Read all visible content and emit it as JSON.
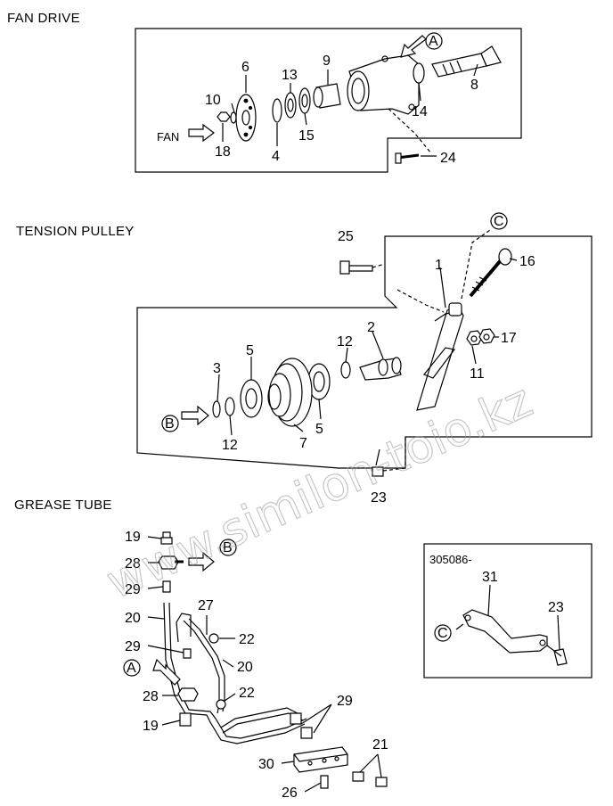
{
  "sections": {
    "fan_drive": "FAN DRIVE",
    "tension_pulley": "TENSION PULLEY",
    "grease_tube": "GREASE TUBE"
  },
  "fan_label": "FAN",
  "refs": {
    "a": "A",
    "b": "B",
    "c": "C"
  },
  "inset_code": "305086-",
  "watermark": "www.similon-toio.kz",
  "parts": {
    "p1": "1",
    "p2": "2",
    "p3": "3",
    "p4": "4",
    "p5": "5",
    "p6": "6",
    "p7": "7",
    "p8": "8",
    "p9": "9",
    "p10": "10",
    "p11": "11",
    "p12": "12",
    "p13": "13",
    "p14": "14",
    "p15": "15",
    "p16": "16",
    "p17": "17",
    "p18": "18",
    "p19": "19",
    "p20": "20",
    "p21": "21",
    "p22": "22",
    "p23": "23",
    "p24": "24",
    "p25": "25",
    "p26": "26",
    "p27": "27",
    "p28": "28",
    "p29": "29",
    "p30": "30",
    "p31": "31"
  }
}
